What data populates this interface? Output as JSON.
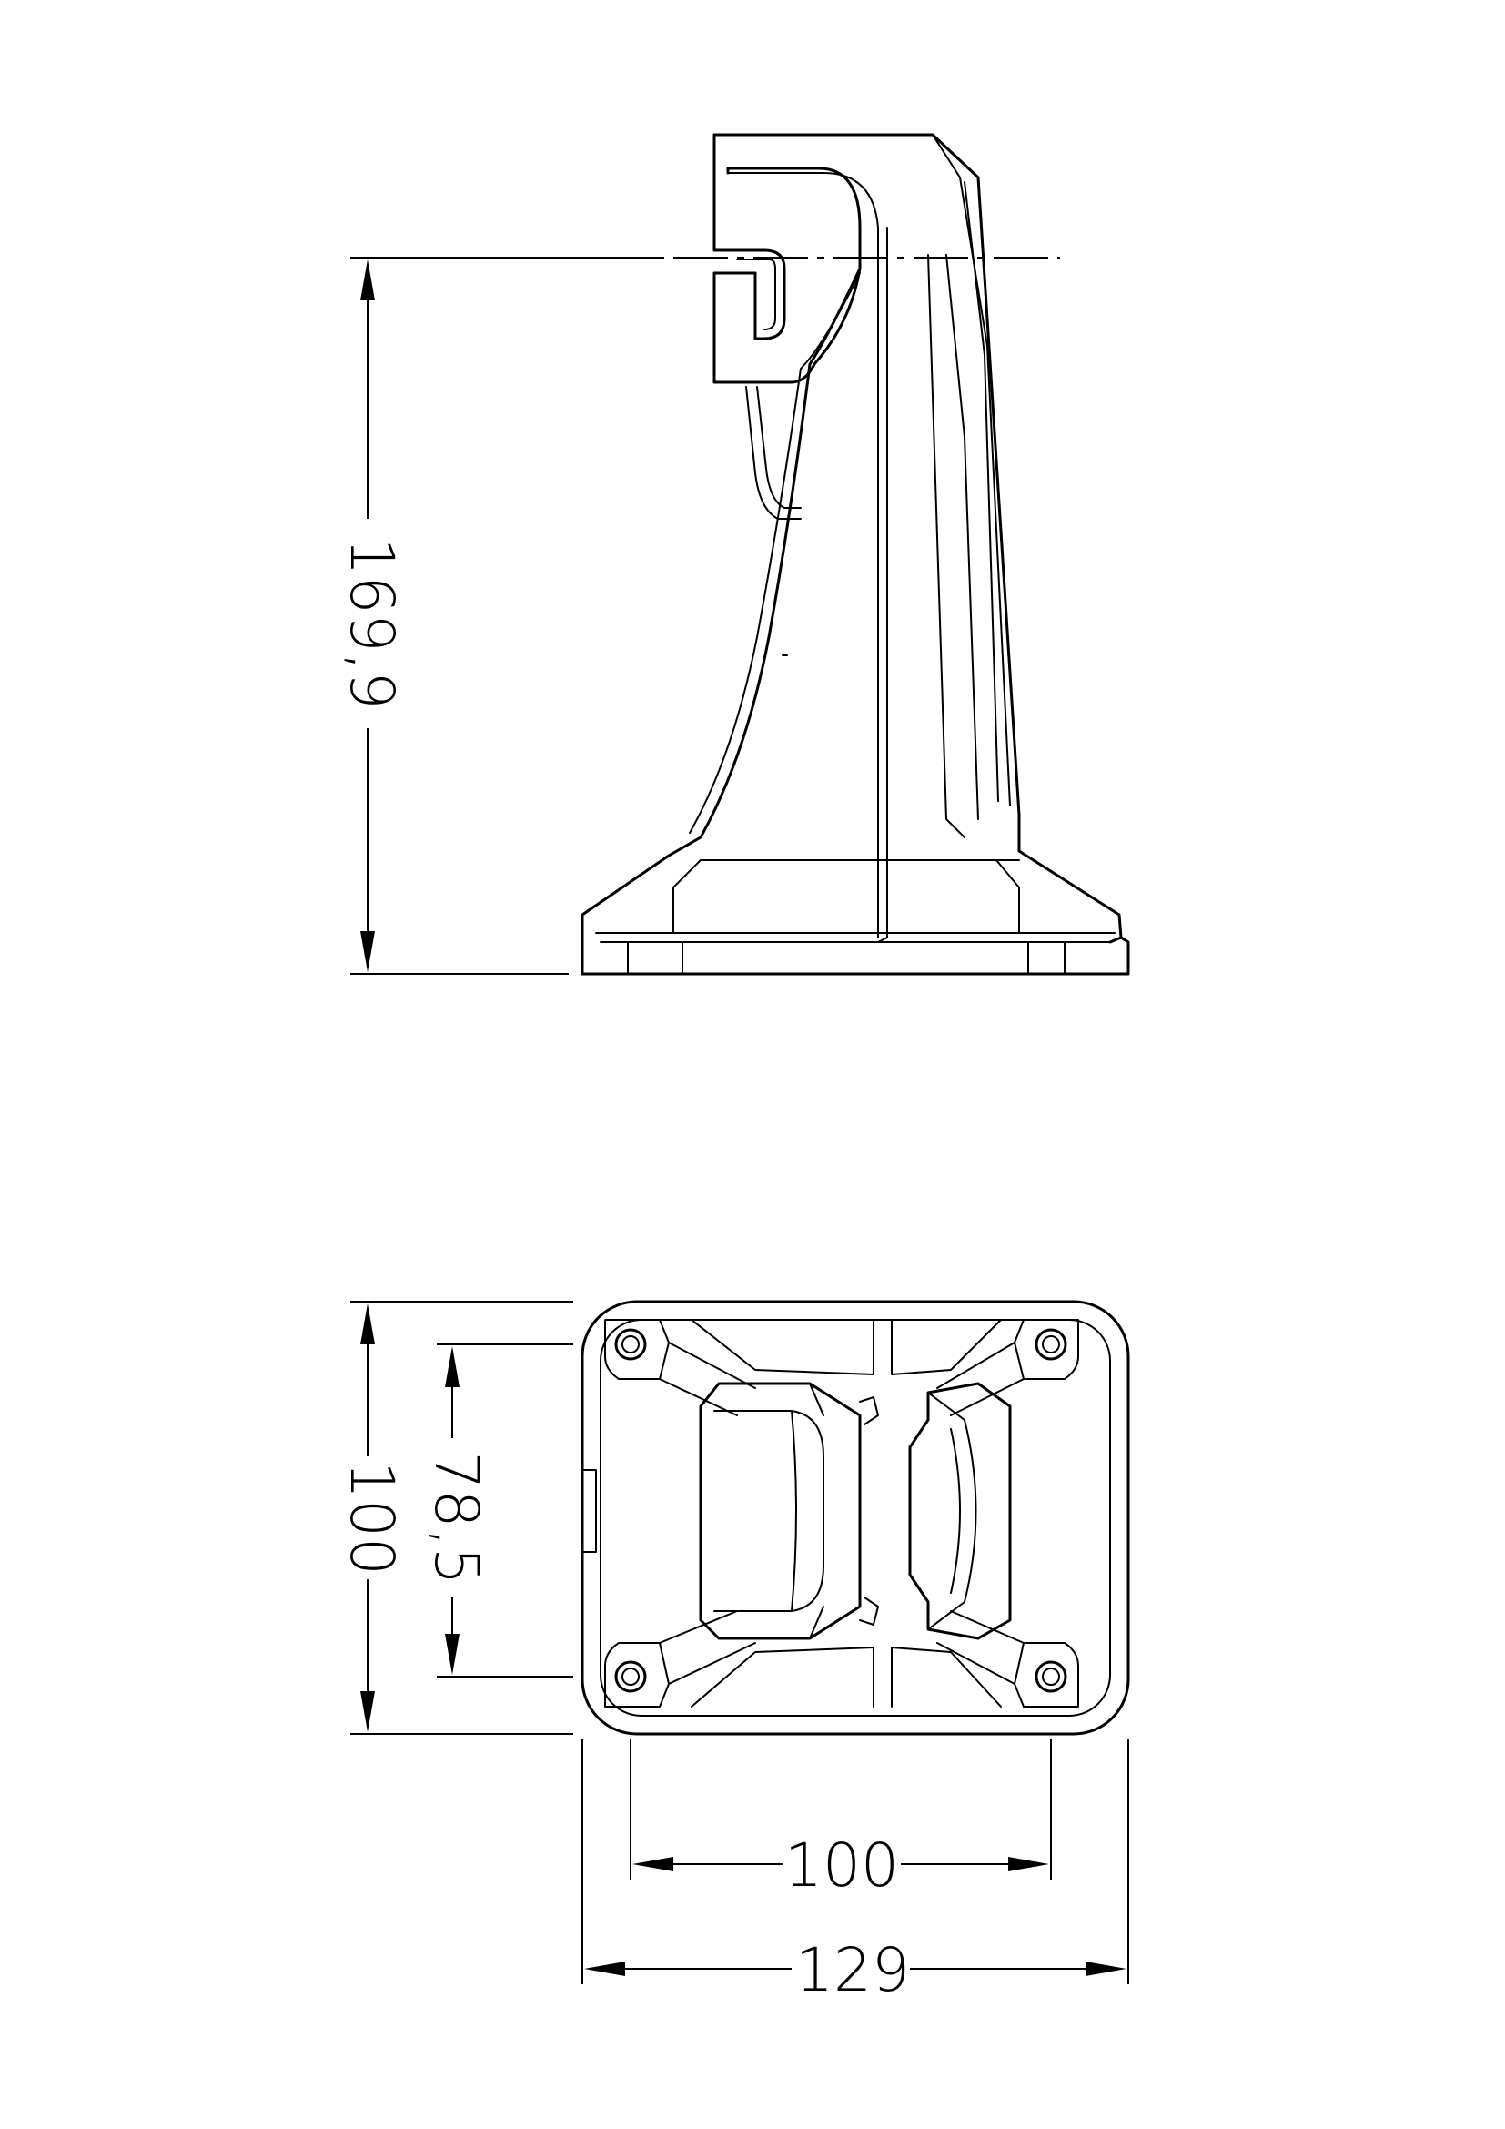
{
  "drawing": {
    "side_view": {
      "height_dim": "169,9"
    },
    "bottom_view": {
      "outer_height_dim": "100",
      "hole_spacing_height_dim": "78,5",
      "hole_spacing_width_dim": "100",
      "outer_width_dim": "129"
    }
  }
}
